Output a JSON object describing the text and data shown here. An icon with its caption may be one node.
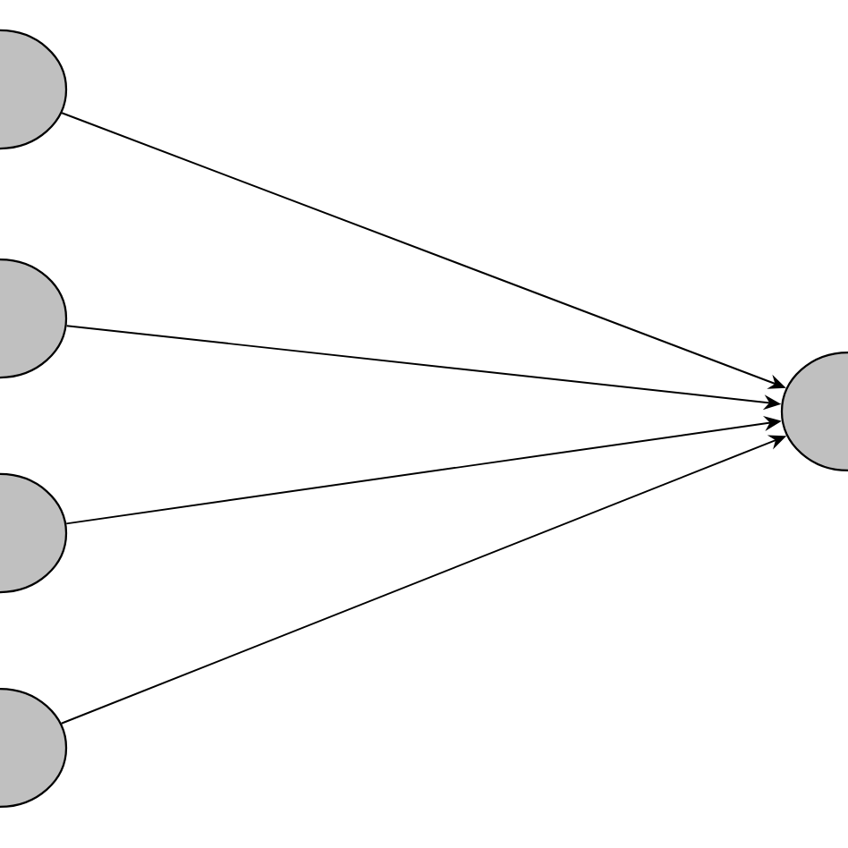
{
  "diagram": {
    "nodes": [
      {
        "text": [],
        "shape": "ellipse"
      },
      {
        "text": [],
        "shape": "ellipse"
      },
      {
        "text": [],
        "shape": "ellipse"
      },
      {
        "text": [],
        "shape": "ellipse"
      },
      {
        "text": [],
        "shape": "ellipse"
      }
    ],
    "edges": [
      {
        "from": 0,
        "to": 4,
        "arrow": "to"
      },
      {
        "from": 1,
        "to": 4,
        "arrow": "to"
      },
      {
        "from": 2,
        "to": 4,
        "arrow": "to"
      },
      {
        "from": 3,
        "to": 4,
        "arrow": "to"
      }
    ]
  }
}
